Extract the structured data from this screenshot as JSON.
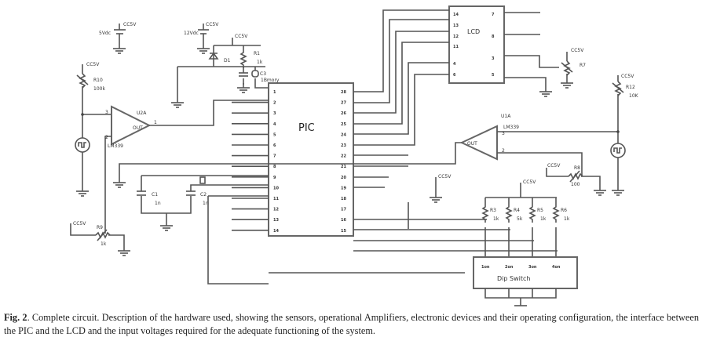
{
  "figure": {
    "caption_label": "Fig. 2",
    "caption_text": ". Complete circuit. Description of the hardware used, showing the sensors, operational Amplifiers, electronic devices and their operating configuration, the interface between the PIC and the LCD and the input voltages required for the adequate functioning of the system."
  },
  "components": {
    "pic": {
      "label": "PIC",
      "left_pins": [
        "1",
        "2",
        "3",
        "4",
        "5",
        "6",
        "7",
        "8",
        "9",
        "10",
        "11",
        "12",
        "13",
        "14"
      ],
      "right_pins": [
        "28",
        "27",
        "26",
        "25",
        "24",
        "23",
        "22",
        "21",
        "20",
        "19",
        "18",
        "17",
        "16",
        "15"
      ],
      "pin1_note": "1Bmory"
    },
    "lcd": {
      "label": "LCD",
      "left_pins": [
        "14",
        "13",
        "12",
        "11",
        "4",
        "6"
      ],
      "right_pins": [
        "7",
        "8",
        "3",
        "5"
      ]
    },
    "supply": {
      "vcc": "CC5V",
      "bat1": "5Vdc",
      "bat2": "12Vdc"
    },
    "d1": "D1",
    "r1": {
      "name": "R1",
      "value": "1k"
    },
    "c3": "C3",
    "r10": {
      "name": "R10",
      "value": "100k"
    },
    "u2a": {
      "name": "U2A",
      "part": "LM339",
      "out": "OUT",
      "pin_in_pos": "3",
      "pin_in_neg": "2",
      "pin_out": "1"
    },
    "u1a": {
      "name": "U1A",
      "part": "LM339",
      "out": "OUT",
      "pin_in_pos": "3",
      "pin_in_neg": "2"
    },
    "r7": "R7",
    "r12": {
      "name": "R12",
      "value": "10K"
    },
    "r8": {
      "name": "R8",
      "value": "100"
    },
    "r9": {
      "name": "R9",
      "value": "1k"
    },
    "c1": {
      "name": "C1",
      "value": "1n"
    },
    "c2": {
      "name": "C2",
      "value": "1n"
    },
    "resistors": [
      {
        "name": "R3",
        "value": "1k"
      },
      {
        "name": "R4",
        "value": "5k"
      },
      {
        "name": "R5",
        "value": "1k"
      },
      {
        "name": "R6",
        "value": "1k"
      }
    ],
    "dip": {
      "label": "Dip Switch",
      "switches": [
        "1on",
        "2on",
        "3on",
        "4on"
      ]
    }
  }
}
